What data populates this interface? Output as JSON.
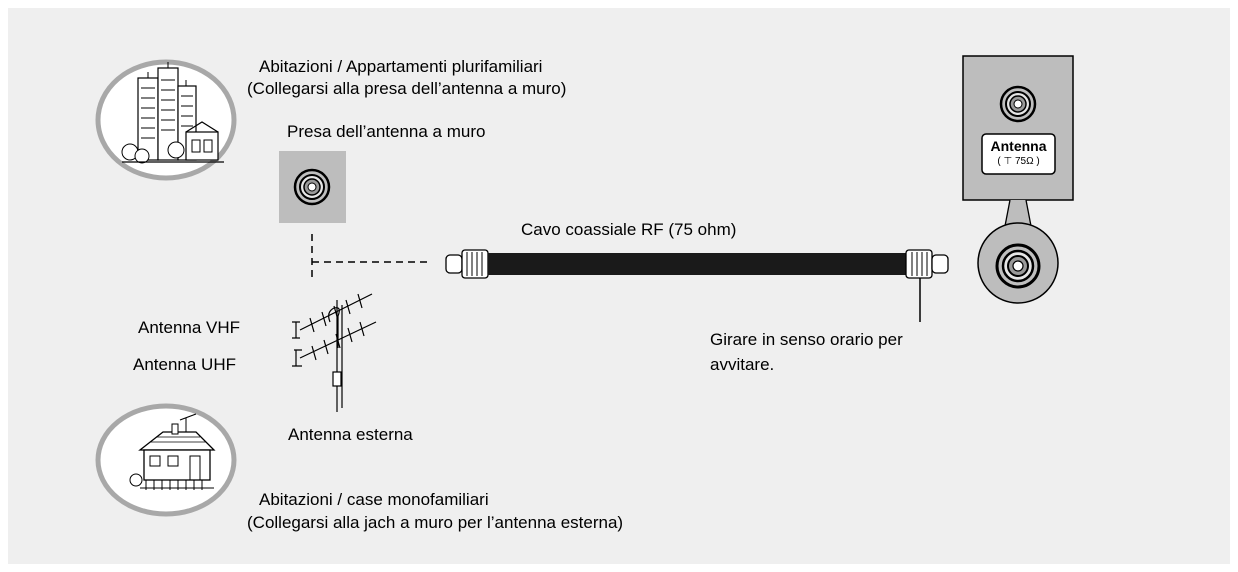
{
  "labels": {
    "apartments_line1": "Abitazioni / Appartamenti plurifamiliari",
    "apartments_line2": "(Collegarsi alla presa dell’antenna a muro)",
    "wall_socket": "Presa dell’antenna a muro",
    "cable": "Cavo coassiale RF (75 ohm)",
    "vhf": "Antenna VHF",
    "uhf": "Antenna UHF",
    "outdoor_antenna": "Antenna esterna",
    "tighten_line1": "Girare in senso orario per",
    "tighten_line2": "avvitare.",
    "houses_line1": "Abitazioni / case monofamiliari",
    "houses_line2": "(Collegarsi alla jach a muro per l’antenna esterna)",
    "tv_port_title": "Antenna",
    "tv_port_sub": "( ⊤ 75Ω )"
  },
  "colors": {
    "background": "#efefef",
    "socket_plate": "#bdbdbd",
    "cable": "#1a1a1a",
    "line": "#000000"
  }
}
